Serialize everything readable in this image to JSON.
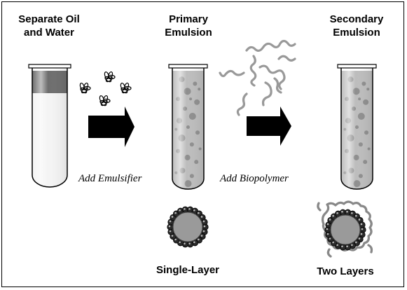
{
  "stages": [
    {
      "line1": "Separate Oil",
      "line2": "and Water"
    },
    {
      "line1": "Primary",
      "line2": "Emulsion"
    },
    {
      "line1": "Secondary",
      "line2": "Emulsion"
    }
  ],
  "steps": {
    "add_emulsifier": "Add Emulsifier",
    "add_biopolymer": "Add Biopolymer"
  },
  "droplets": {
    "single_layer": "Single-Layer",
    "two_layers": "Two Layers"
  },
  "colors": {
    "oil_layer": "#6e6e6e",
    "water": "#f4f4f4",
    "emulsion": "#bdbdbd",
    "oil_droplet": "#8f8f8f",
    "biopolymer": "#999999",
    "arrow": "#000000"
  }
}
